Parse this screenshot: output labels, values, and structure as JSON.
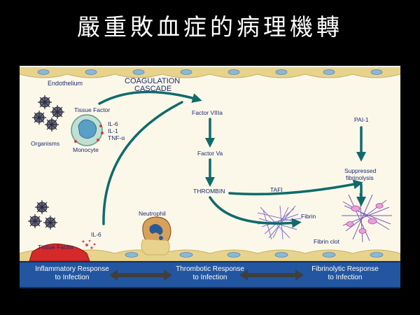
{
  "title": "嚴重敗血症的病理機轉",
  "labels": {
    "endothelium": "Endothelium",
    "coagulation_line1": "COAGULATION",
    "coagulation_line2": "CASCADE",
    "tissue_factor_top": "Tissue Factor",
    "il6": "IL-6",
    "il1": "IL-1",
    "tnf": "TNF-α",
    "organisms": "Organisms",
    "monocyte": "Monocyte",
    "factor_viiia": "Factor VIIIa",
    "factor_va": "Factor Va",
    "thrombin": "THROMBIN",
    "tafi": "TAFI",
    "pai1": "PAI-1",
    "suppressed_line1": "Suppressed",
    "suppressed_line2": "fibrinolysis",
    "neutrophil": "Neutrophil",
    "il6_bottom": "IL-6",
    "fibrin": "Fibrin",
    "fibrin_clot": "Fibrin clot",
    "tissue_factor_bottom": "Tissue Factor"
  },
  "band": {
    "inflammatory_line1": "Inflammatory Response",
    "inflammatory_line2": "to Infection",
    "thrombotic_line1": "Thrombotic Response",
    "thrombotic_line2": "to Infection",
    "fibrinolytic_line1": "Fibrinolytic Response",
    "fibrinolytic_line2": "to Infection"
  },
  "colors": {
    "arrow": "#0f6b6b",
    "band": "#2356a0",
    "label": "#1e2a6e",
    "endothelium": "#e8d38c"
  }
}
